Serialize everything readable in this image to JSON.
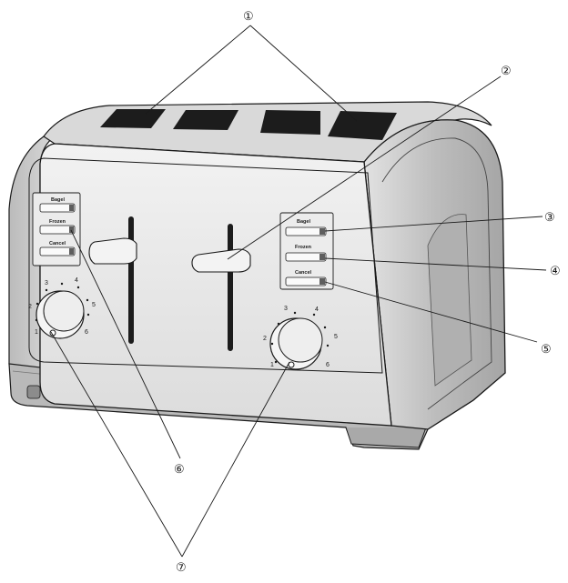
{
  "callouts": [
    "①",
    "②",
    "③",
    "④",
    "⑤",
    "⑥",
    "⑦"
  ],
  "left_panel": {
    "bagel_label": "Bagel",
    "frozen_label": "Frozen",
    "cancel_label": "Cancel",
    "dial_numbers": [
      "1",
      "2",
      "3",
      "4",
      "5",
      "6"
    ]
  },
  "right_panel": {
    "bagel_label": "Bagel",
    "frozen_label": "Frozen",
    "cancel_label": "Cancel",
    "dial_numbers": [
      "1",
      "2",
      "3",
      "4",
      "5",
      "6"
    ]
  },
  "colors": {
    "body": "#c9c9c9",
    "body_dark": "#9a9a9a",
    "faceplate": "#e6e6e6",
    "slot": "#1c1c1c",
    "line": "#1a1a1a"
  }
}
